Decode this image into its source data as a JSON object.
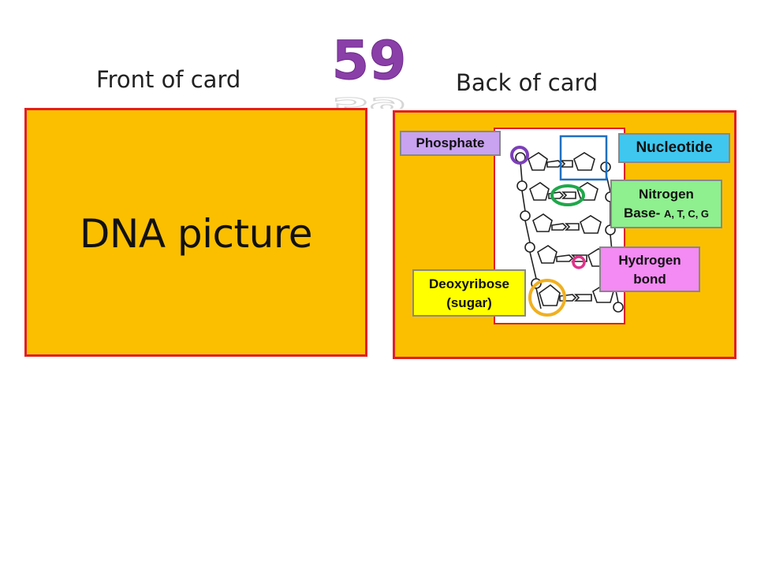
{
  "slide": {
    "number": "59"
  },
  "front": {
    "label": "Front of card",
    "content": "DNA picture"
  },
  "back": {
    "label": "Back of card",
    "tags": {
      "phosphate": "Phosphate",
      "nucleotide": "Nucleotide",
      "nitrogen_line1": "Nitrogen",
      "nitrogen_line2": "Base-",
      "nitrogen_bases": "A, T, C, G",
      "hydrogen_line1": "Hydrogen",
      "hydrogen_line2": "bond",
      "deoxyribose_line1": "Deoxyribose",
      "deoxyribose_line2": "(sugar)"
    }
  },
  "colors": {
    "card_fill": "#fbbf00",
    "card_border": "#e31e24",
    "number_purple": "#8a3fa8",
    "phosphate_highlight": "#7b3fb8",
    "nucleotide_highlight": "#1f6fc0",
    "nitrogen_highlight": "#1ea84a",
    "hydrogen_highlight": "#e0338a",
    "sugar_highlight": "#f0b020"
  }
}
